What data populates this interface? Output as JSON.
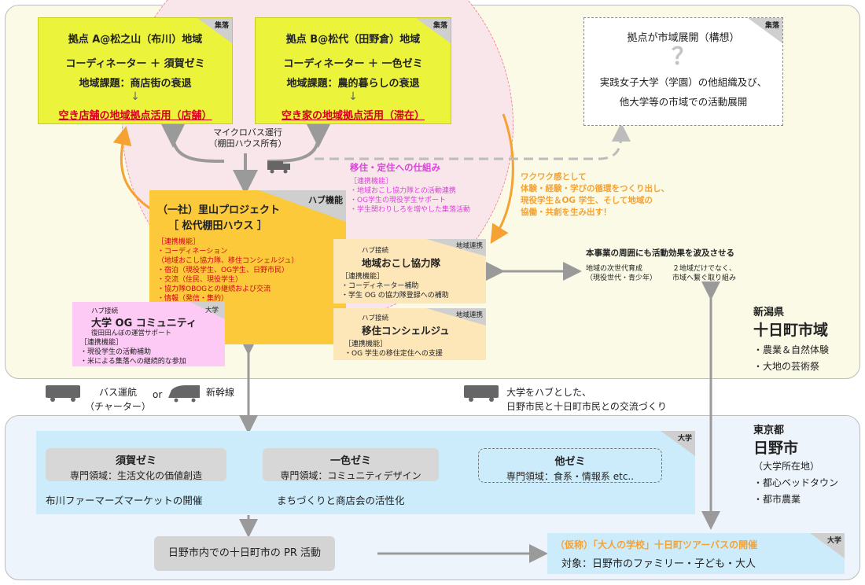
{
  "bases": {
    "a": {
      "tag": "集落",
      "title": "拠点 A@松之山（布川）地域",
      "line1": "コーディネーター ＋ 須賀ゼミ",
      "line2": "地域課題：商店街の衰退",
      "arrow": "↓",
      "result": "空き店舗の地域拠点活用（店舗）"
    },
    "b": {
      "tag": "集落",
      "title": "拠点 B@松代（田野倉）地域",
      "line1": "コーディネーター ＋ 一色ゼミ",
      "line2": "地域課題：農的暮らしの衰退",
      "arrow": "↓",
      "result": "空き家の地域拠点活用（滞在）"
    },
    "future": {
      "tag": "集落",
      "title": "拠点が市域展開（構想）",
      "mark": "？",
      "line1": "実践女子大学（学園）の他組織及び、",
      "line2": "他大学等の市域での活動展開"
    }
  },
  "microbus": {
    "line1": "マイクロバス運行",
    "line2": "（棚田ハウス所有）"
  },
  "migration": {
    "title": "移住・定住への仕組み",
    "sub": "［連携機能］",
    "items": [
      "・地域おこし協力隊との活動連携",
      "・OG学生の現役学生サポート",
      "・学生関わりしろを増やした集落活動"
    ]
  },
  "wakuwaku": {
    "lines": [
      "ワクワク感として",
      "体験・経験・学びの循環をつくり出し、",
      "現役学生＆OG 学生、そして地域の",
      "協働・共創を生み出す！"
    ]
  },
  "hub": {
    "tag": "ハブ機能",
    "title1": "（一社）里山プロジェクト",
    "title2": "［ 松代棚田ハウス ］",
    "sub": "［連携機能］",
    "items": [
      "・コーディネーション",
      "（地域おこし協力隊、移住コンシェルジュ）",
      "・宿泊（現役学生、OG学生、日野市民）",
      "・交流（住民、現役学生）",
      "・協力隊OBOGとの継続および交流",
      "・情報（発信・集約）"
    ]
  },
  "kyoryokutai": {
    "tag": "地域連携",
    "pre": "ハブ接続",
    "title": "地域おこし協力隊",
    "sub": "［連携機能］",
    "items": [
      "・コーディネーター補助",
      "・学生 OG の協力隊登録への補助"
    ]
  },
  "concierge": {
    "tag": "地域連携",
    "pre": "ハブ接続",
    "title": "移住コンシェルジュ",
    "sub": "［連携機能］",
    "items": [
      "・OG 学生の移住定住への支援"
    ]
  },
  "og": {
    "tag": "大学",
    "pre": "ハブ接続",
    "title": "大学 OG コミュニティ",
    "subtitle": "復田田んぼの運営サポート",
    "sub": "［連携機能］",
    "items": [
      "・現役学生の活動補助",
      "・米による集落への継続的な参加"
    ]
  },
  "ripple": {
    "title": "本事業の周囲にも活動効果を波及させる",
    "c1l1": "地域の次世代育成",
    "c1l2": "（現役世代・青少年）",
    "c2l1": "２地域だけでなく、",
    "c2l2": "市域へ繋ぐ取り組み"
  },
  "niigata": {
    "pref": "新潟県",
    "city": "十日町市域",
    "items": [
      "・農業＆自然体験",
      "・大地の芸術祭"
    ]
  },
  "transport": {
    "bus": "バス運航",
    "charter": "（チャーター）",
    "or": "or",
    "shinkansen": "新幹線",
    "exchange1": "大学をハブとした、",
    "exchange2": "日野市民と十日町市民との交流づくり"
  },
  "tokyo": {
    "pref": "東京都",
    "city": "日野市",
    "note": "（大学所在地）",
    "items": [
      "・都心ベッドタウン",
      "・都市農業"
    ]
  },
  "seminars": {
    "tag": "大学",
    "suga": {
      "name": "須賀ゼミ",
      "field": "専門領域：生活文化の価値創造",
      "activity": "布川ファーマーズマーケットの開催"
    },
    "isshiki": {
      "name": "一色ゼミ",
      "field": "専門領域：コミュニティデザイン",
      "activity": "まちづくりと商店会の活性化"
    },
    "other": {
      "name": "他ゼミ",
      "field": "専門領域：食系・情報系 etc.."
    }
  },
  "pr": "日野市内での十日町市の PR 活動",
  "school": {
    "tag": "大学",
    "title": "（仮称）「大人の学校」十日町ツアーバスの開催",
    "target": "対象：日野市のファミリー・子ども・大人"
  }
}
